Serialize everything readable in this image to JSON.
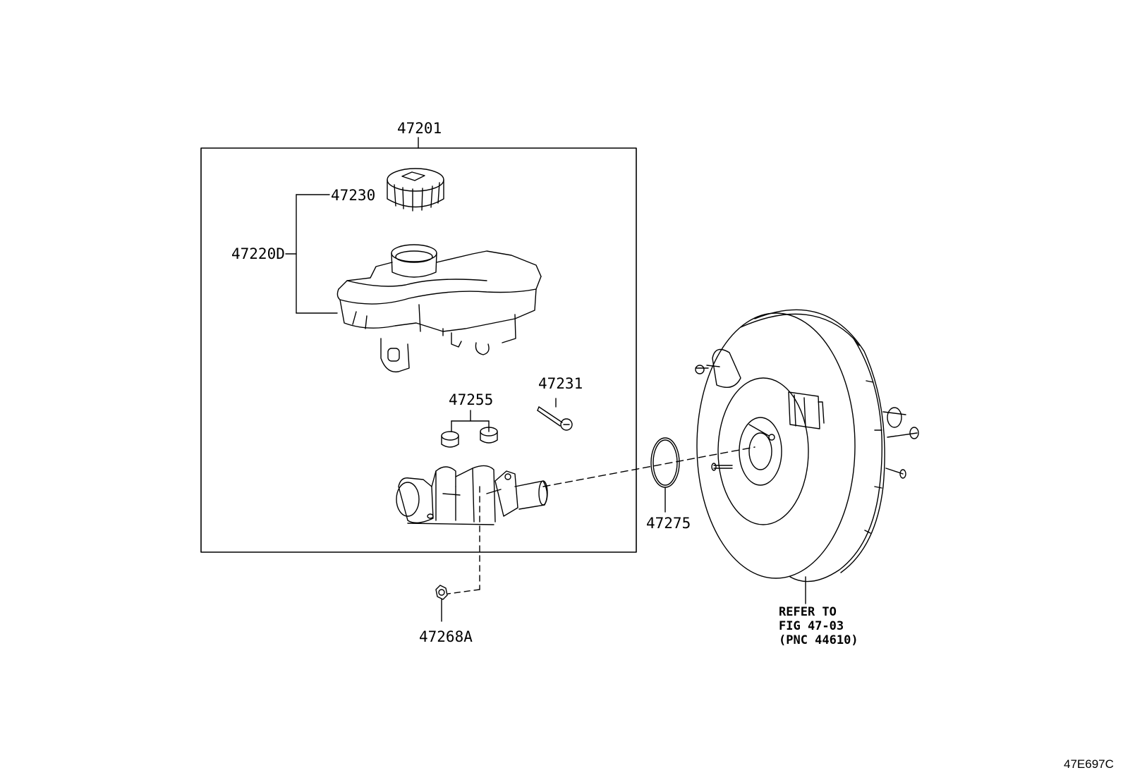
{
  "callouts": {
    "assembly": "47201",
    "cap": "47230",
    "reservoir": "47220D",
    "pin": "47231",
    "grommets": "47255",
    "oring": "47275",
    "nut": "47268A"
  },
  "refer_note": {
    "line1": "REFER TO",
    "line2": "FIG 47-03",
    "line3": "(PNC 44610)"
  },
  "figure_code": "47E697C"
}
